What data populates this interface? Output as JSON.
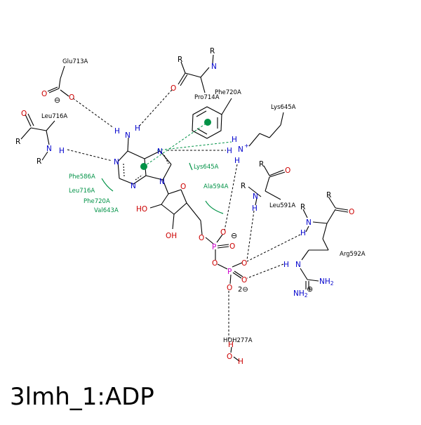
{
  "title": "3lmh_1:ADP",
  "colors": {
    "nitrogen": "#0000cc",
    "oxygen": "#cc0000",
    "phosphorus": "#cc00cc",
    "hydrophobic": "#009246",
    "bond": "#000000"
  },
  "residues": {
    "glu713": "Glu713A",
    "pro714": "Pro714A",
    "phe720": "Phe720A",
    "lys645": "Lys645A",
    "leu716": "Leu716A",
    "leu591": "Leu591A",
    "arg592": "Arg592A",
    "hoh277": "HOH277A"
  },
  "hydrophobic": {
    "phe586": "Phe586A",
    "leu716": "Leu716A",
    "phe720": "Phe720A",
    "val643": "Val643A",
    "lys645": "Lys645A",
    "ala594": "Ala594A"
  },
  "atoms": {
    "n": "N",
    "o": "O",
    "h": "H",
    "r": "R",
    "p": "P",
    "ho": "HO",
    "oh": "OH",
    "nh2": "NH",
    "nh2_sub": "2",
    "hplus": "H",
    "nplus": "N",
    "plus": "+",
    "minus_sign": "⊖",
    "plus_circle": "⊕",
    "two_minus": "2⊖"
  }
}
